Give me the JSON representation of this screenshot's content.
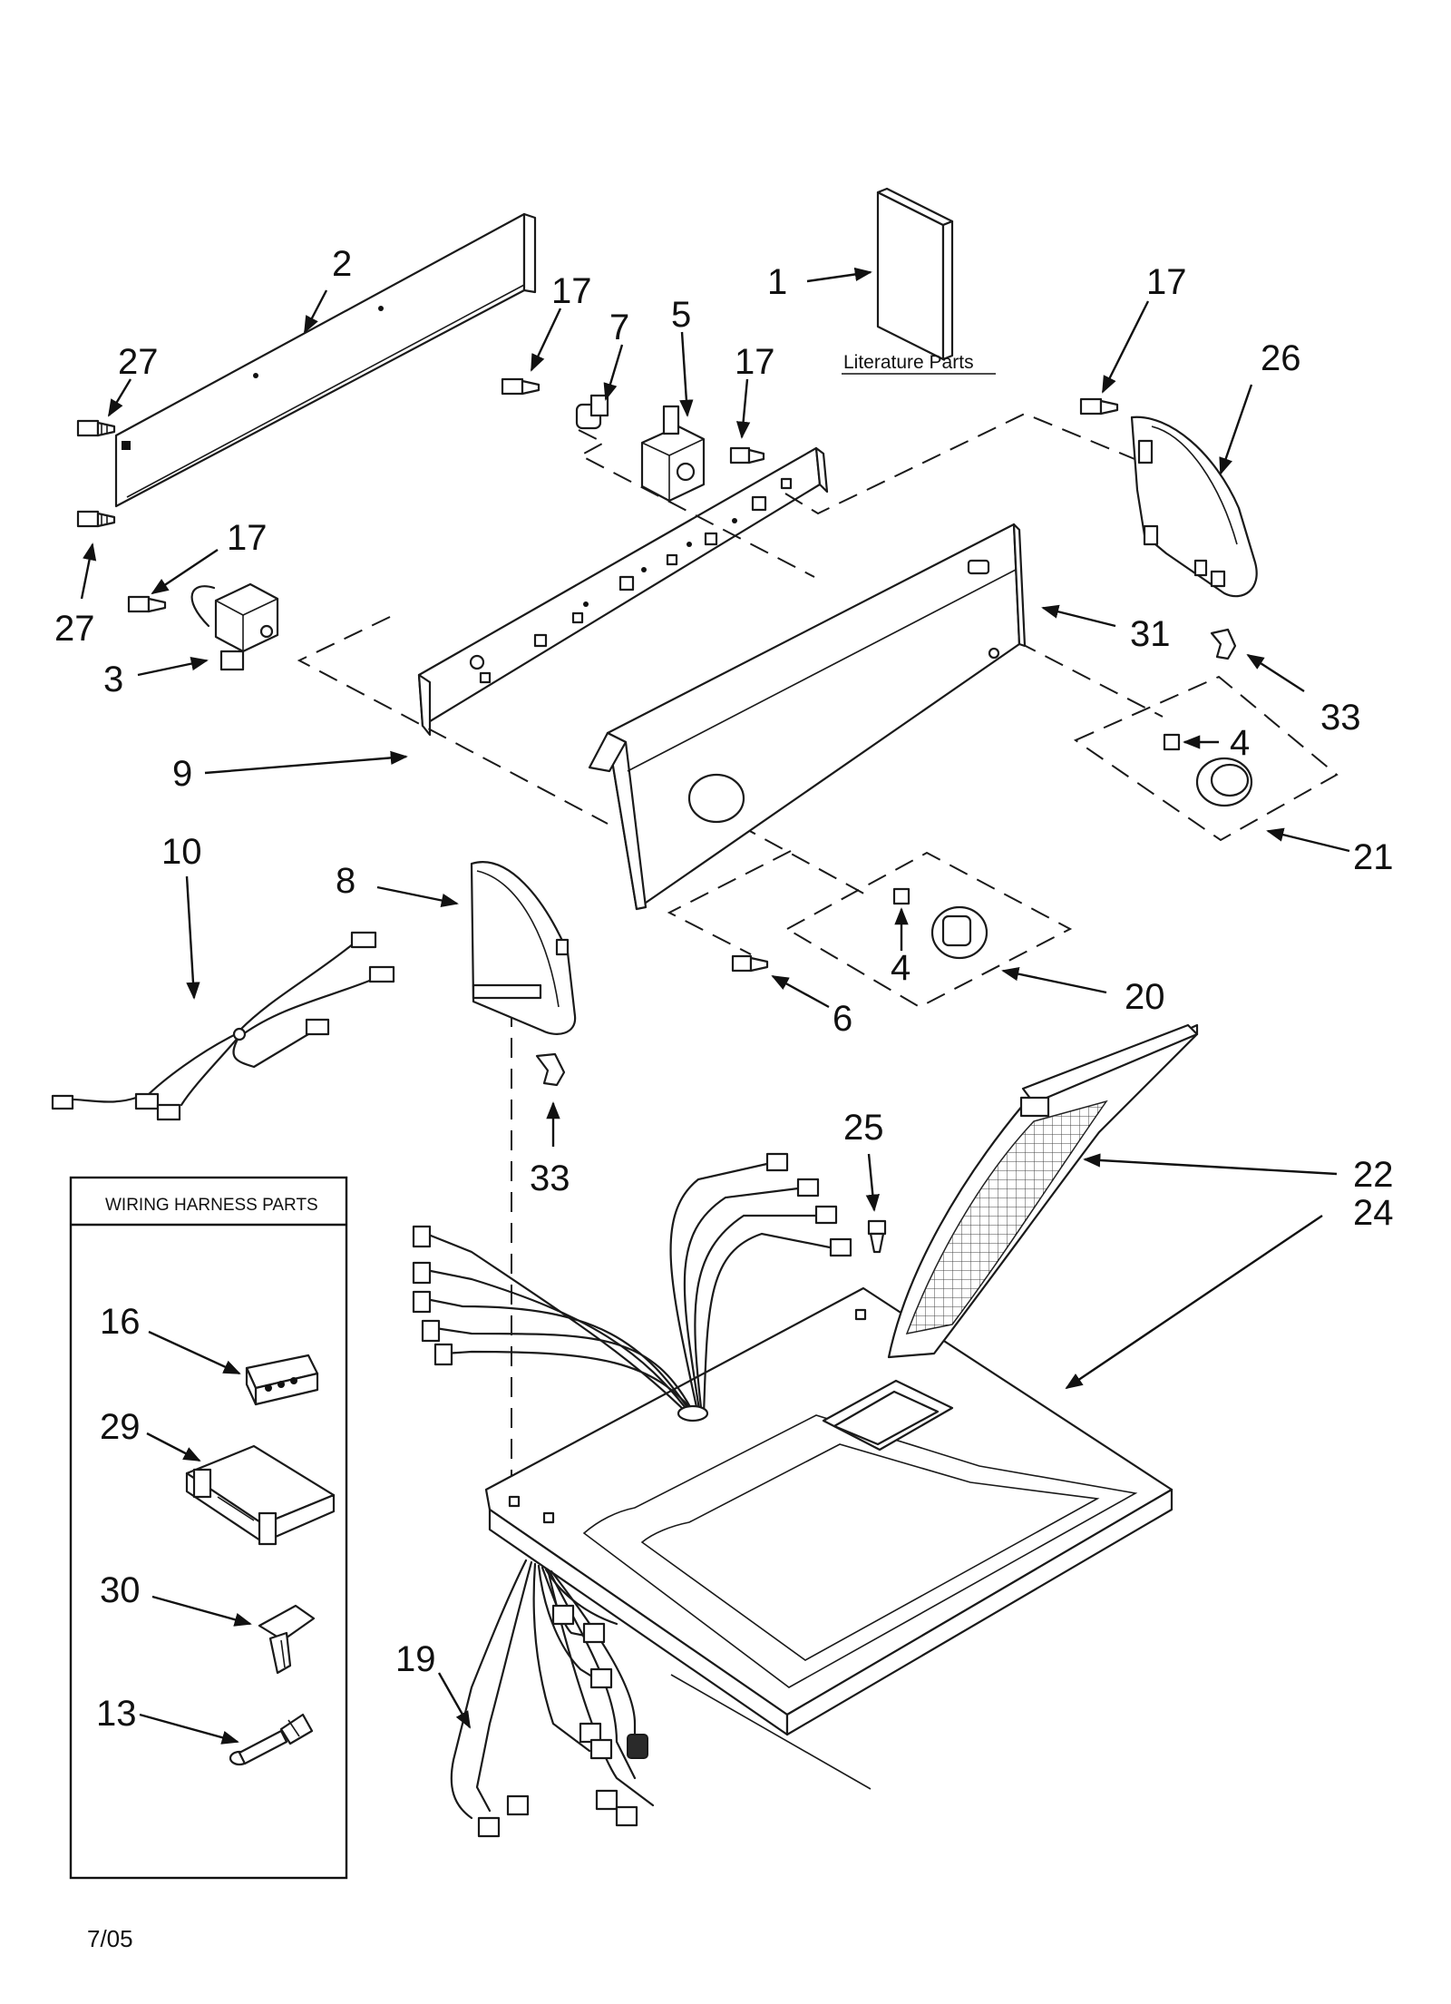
{
  "literature_label": "Literature Parts",
  "wiring_box_title": "WIRING HARNESS PARTS",
  "date_code": "7/05",
  "callouts": {
    "c1": "1",
    "c2": "2",
    "c3": "3",
    "c4a": "4",
    "c4b": "4",
    "c5": "5",
    "c6": "6",
    "c7": "7",
    "c8": "8",
    "c9": "9",
    "c10": "10",
    "c13": "13",
    "c16": "16",
    "c17a": "17",
    "c17b": "17",
    "c17c": "17",
    "c17d": "17",
    "c19": "19",
    "c20": "20",
    "c21": "21",
    "c22": "22",
    "c24": "24",
    "c25": "25",
    "c26": "26",
    "c27a": "27",
    "c27b": "27",
    "c29": "29",
    "c30": "30",
    "c31": "31",
    "c33a": "33",
    "c33b": "33"
  }
}
